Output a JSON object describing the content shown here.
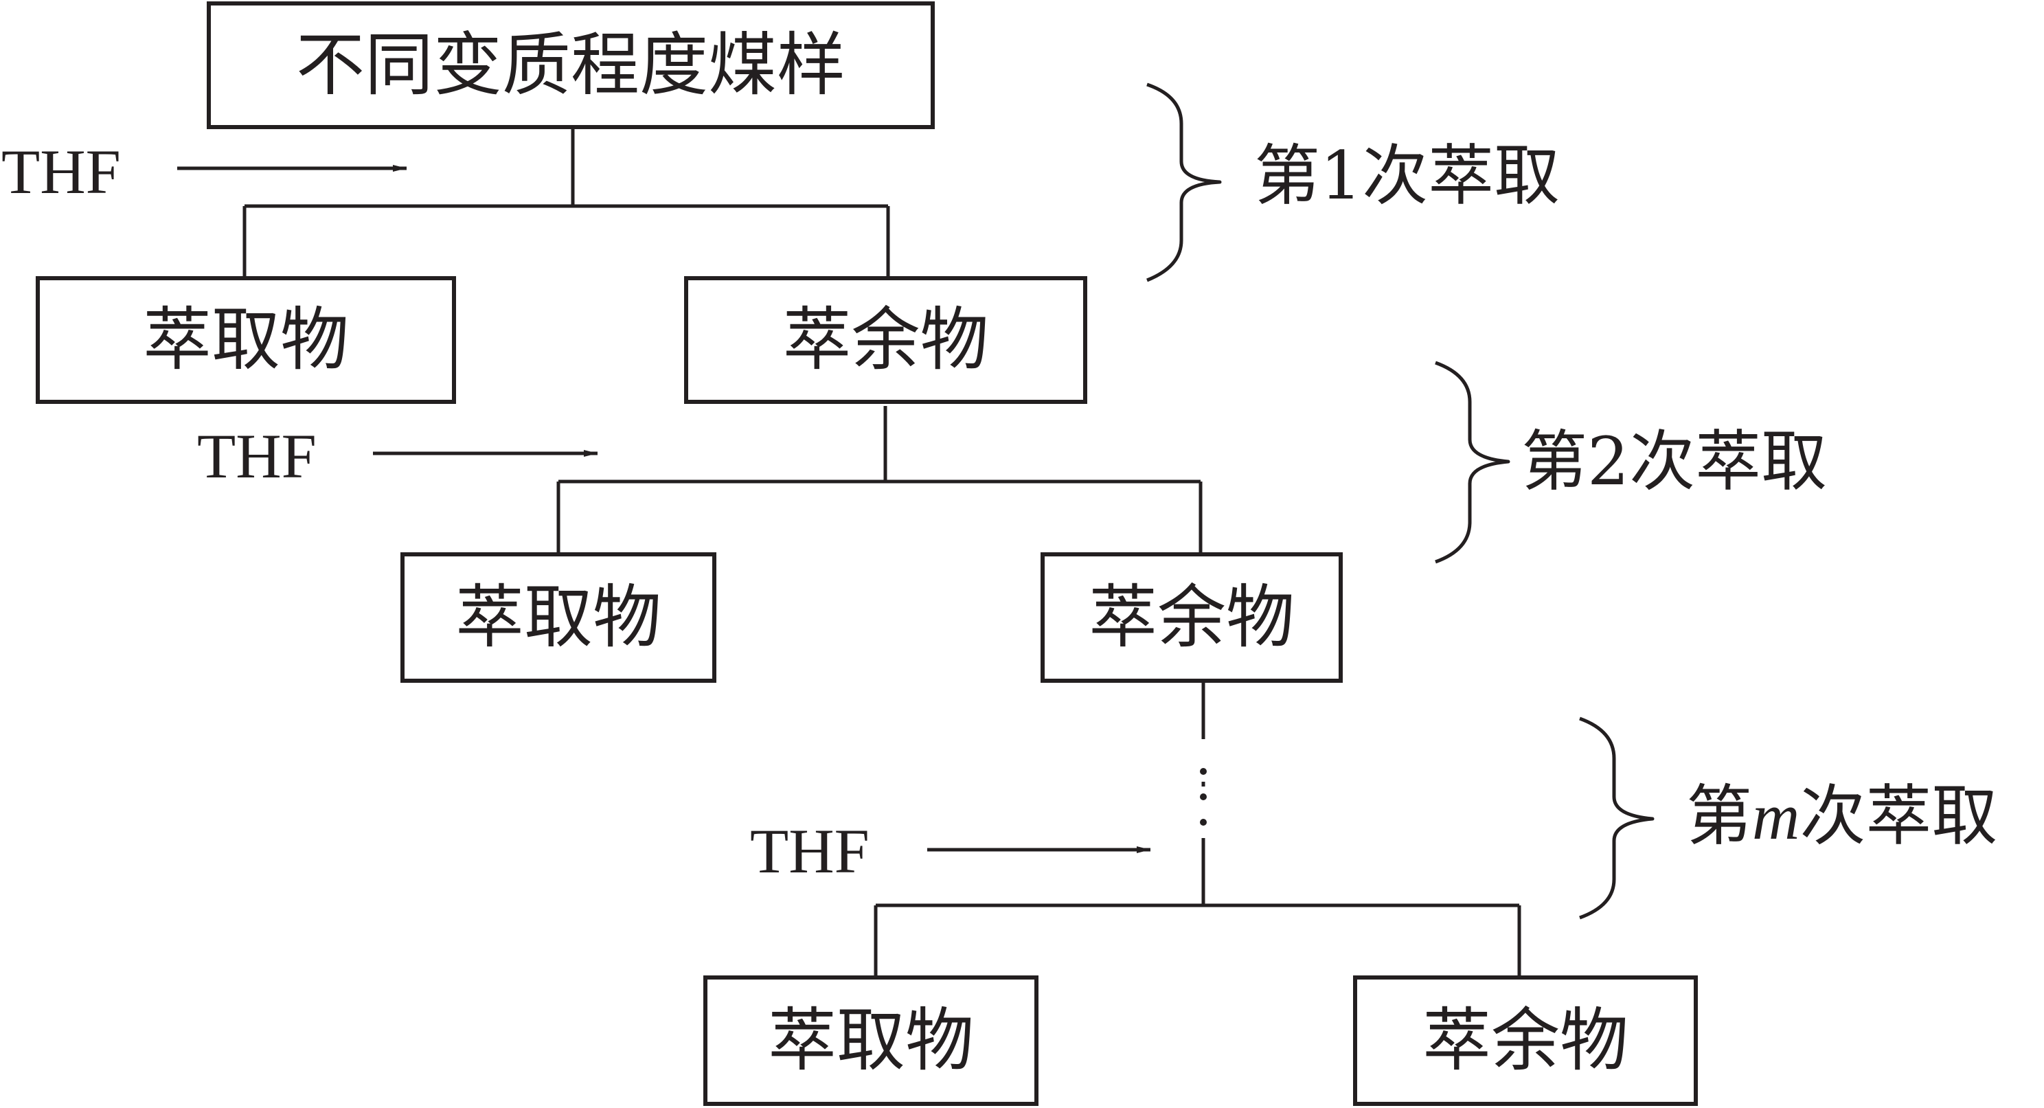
{
  "root": {
    "label": "不同变质程度煤样"
  },
  "solvent": {
    "label": "THF"
  },
  "stages": [
    {
      "prefix": "第",
      "index": "1",
      "suffix": "次萃取",
      "extract_label": "萃取物",
      "residue_label": "萃余物"
    },
    {
      "prefix": "第",
      "index": "2",
      "suffix": "次萃取",
      "extract_label": "萃取物",
      "residue_label": "萃余物"
    },
    {
      "prefix": "第",
      "index": "m",
      "suffix": "次萃取",
      "extract_label": "萃取物",
      "residue_label": "萃余物"
    }
  ],
  "colors": {
    "stroke": "#231f20",
    "background": "#ffffff"
  }
}
